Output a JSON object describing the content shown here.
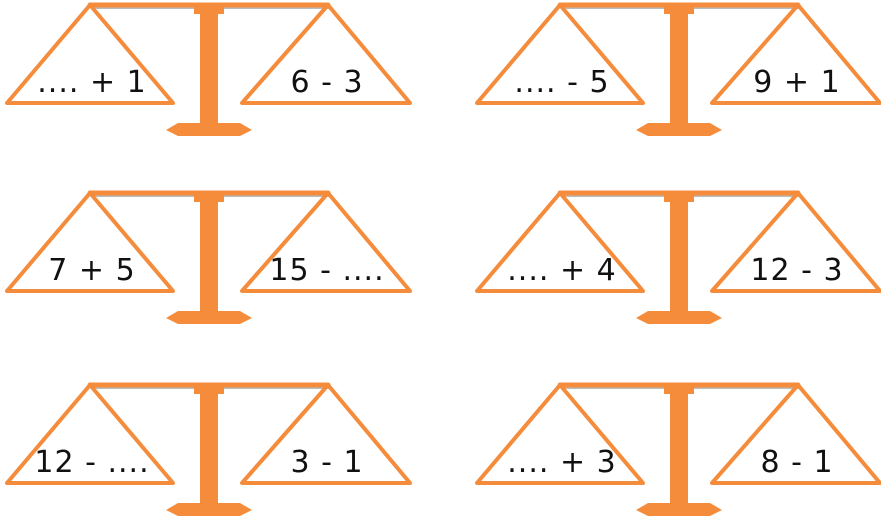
{
  "colors": {
    "orange": "#f58c3c",
    "text": "#111111"
  },
  "scales": [
    {
      "left": ".... + 1",
      "right": "6 - 3"
    },
    {
      "left": ".... - 5",
      "right": "9 + 1"
    },
    {
      "left": "7 + 5",
      "right": "15 - ...."
    },
    {
      "left": ".... + 4",
      "right": "12 - 3"
    },
    {
      "left": "12 - ....",
      "right": "3 - 1"
    },
    {
      "left": ".... + 3",
      "right": "8 - 1"
    }
  ]
}
